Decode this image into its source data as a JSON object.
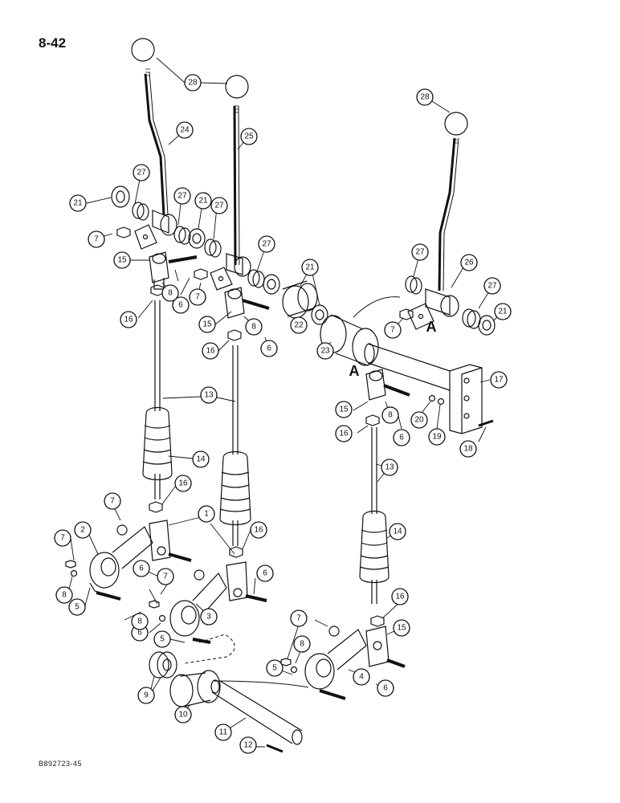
{
  "page_number": "8-42",
  "figure_code": "B892723-45",
  "detail_letter": "A",
  "callouts": [
    "1",
    "2",
    "3",
    "4",
    "5",
    "6",
    "7",
    "8",
    "9",
    "10",
    "11",
    "12",
    "13",
    "14",
    "15",
    "16",
    "17",
    "18",
    "19",
    "20",
    "21",
    "22",
    "23",
    "24",
    "25",
    "26",
    "27",
    "28"
  ]
}
